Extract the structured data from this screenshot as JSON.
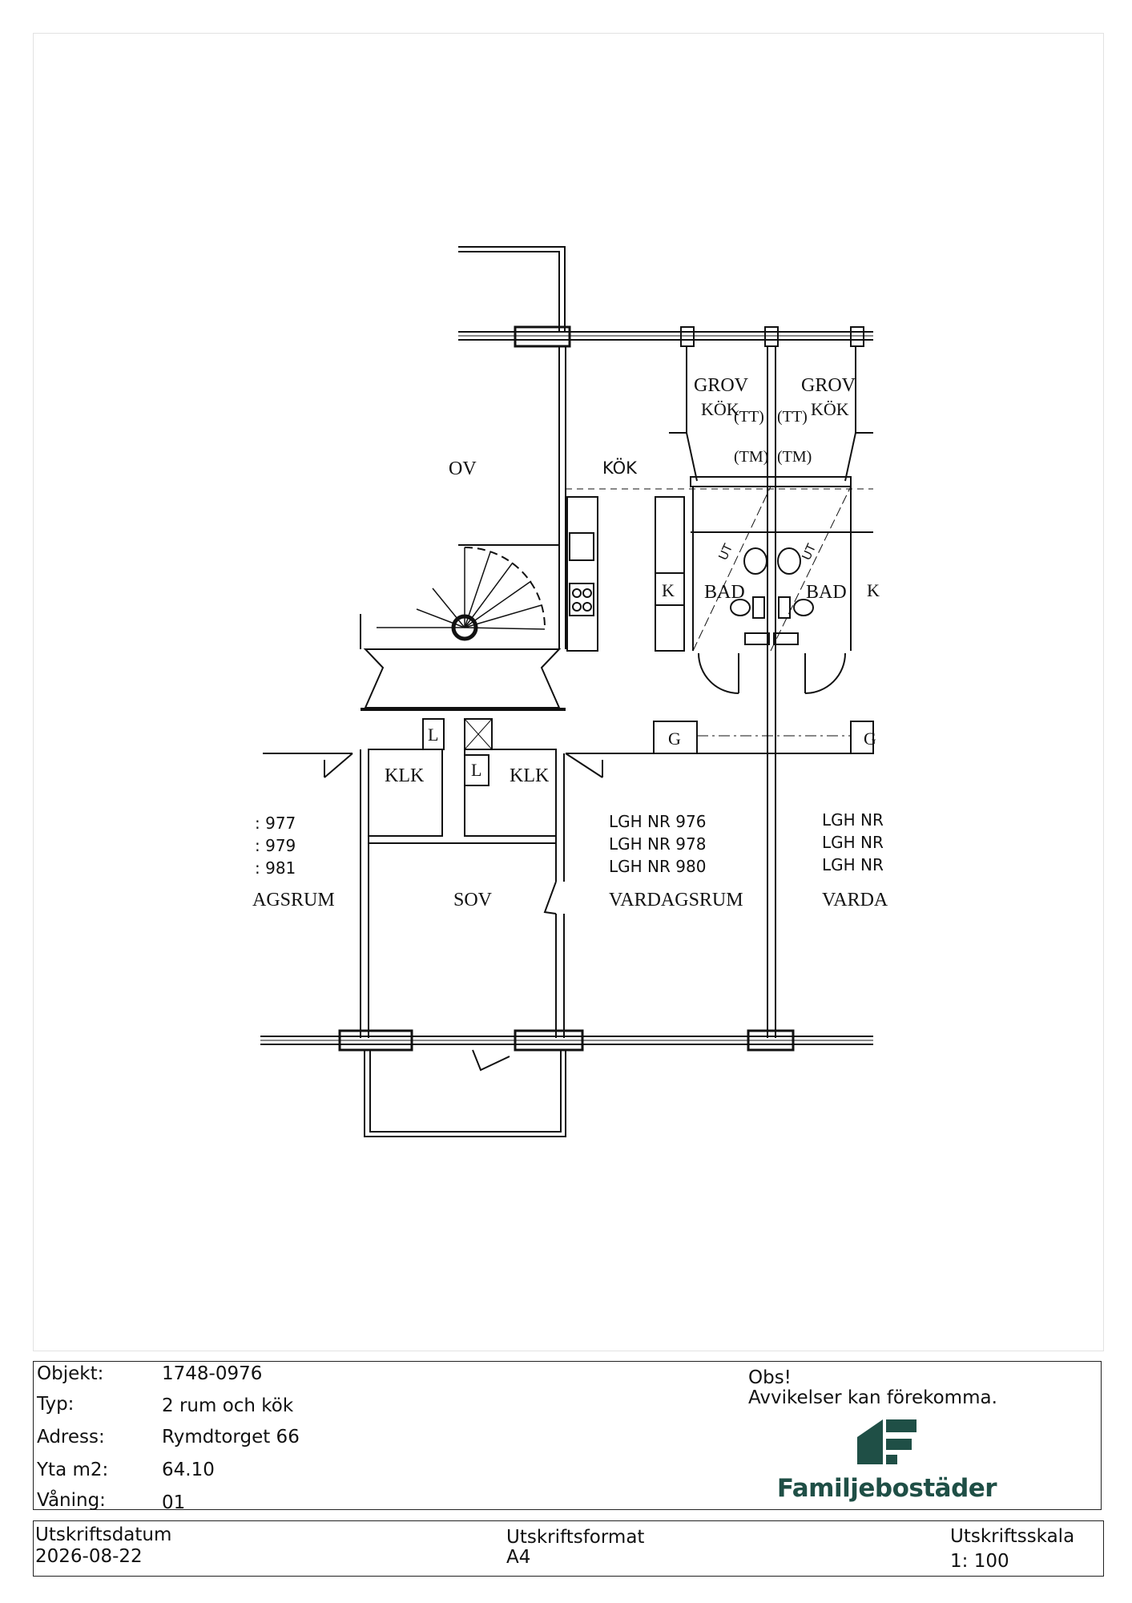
{
  "plan": {
    "rooms": {
      "grovkok_left_1": "GROV",
      "grovkok_left_2": "KÖK",
      "grovkok_right_1": "GROV",
      "grovkok_right_2": "KÖK",
      "tt_left": "(TT)",
      "tt_right": "(TT)",
      "tm_left": "(TM)",
      "tm_right": "(TM)",
      "kok": "KÖK",
      "sov_top_partial": "OV",
      "k_fridge": "K",
      "k_right_partial": "K",
      "bad_left": "BAD",
      "bad_right": "BAD",
      "ut_left": "UT",
      "ut_right": "UT",
      "l_left": "L",
      "l_right": "L",
      "klk_left": "KLK",
      "klk_right": "KLK",
      "g_left": "G",
      "g_right": "G",
      "sov": "SOV",
      "vardagsrum": "VARDAGSRUM",
      "vardagsrum_left_partial": "AGSRUM",
      "vardagsrum_right_partial": "VARDA"
    },
    "apartments_center": [
      "LGH NR 976",
      "LGH NR 978",
      "LGH NR 980"
    ],
    "apartments_left_partial": [
      ": 977",
      ": 979",
      ": 981"
    ],
    "apartments_right_partial": [
      "LGH NR",
      "LGH NR",
      "LGH NR"
    ]
  },
  "info": {
    "objekt_label": "Objekt:",
    "objekt_value": "1748-0976",
    "typ_label": "Typ:",
    "typ_value": "2 rum och kök",
    "adress_label": "Adress:",
    "adress_value": "Rymdtorget 66",
    "yta_label": "Yta m2:",
    "yta_value": "64.10",
    "vaning_label": "Våning:",
    "vaning_value": "01",
    "obs_title": "Obs!",
    "obs_text": "Avvikelser kan förekomma."
  },
  "brand": {
    "name": "Familjebostäder",
    "color": "#1f4f46",
    "logo_icon": "house-f-logo-icon"
  },
  "print": {
    "datum_label": "Utskriftsdatum",
    "datum_value": "2026-08-22",
    "format_label": "Utskriftsformat",
    "format_value": "A4",
    "skala_label": "Utskriftsskala",
    "skala_value": "1: 100"
  }
}
